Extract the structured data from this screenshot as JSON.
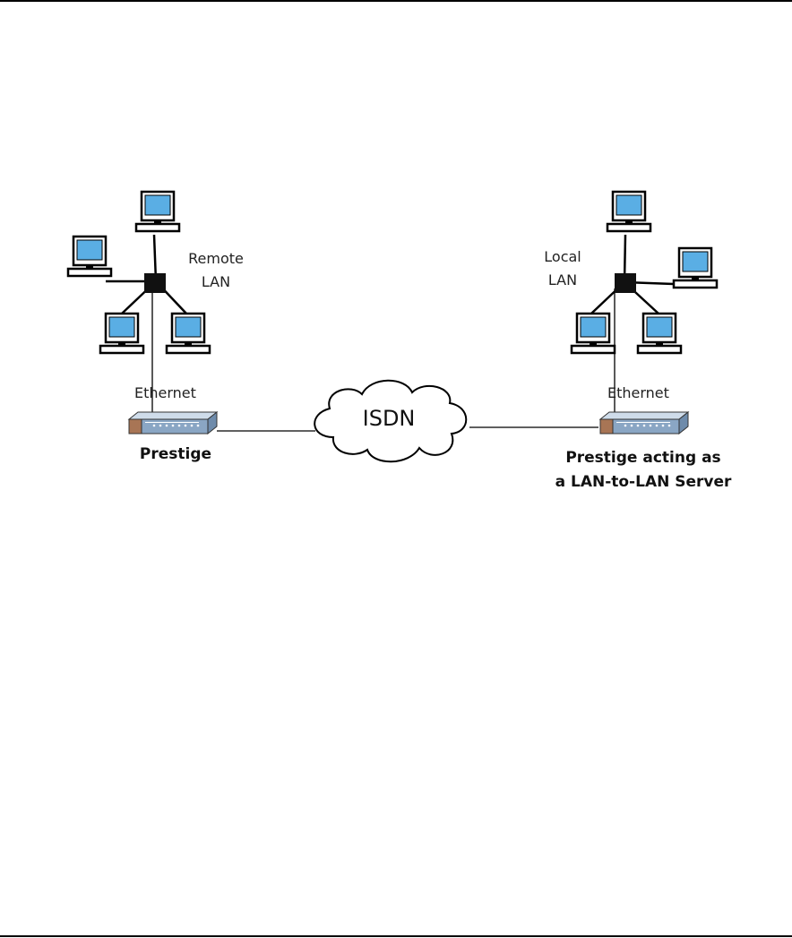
{
  "network": {
    "remote_lan_line1": "Remote",
    "remote_lan_line2": "LAN",
    "local_lan_line1": "Local",
    "local_lan_line2": "LAN",
    "ethernet_left": "Ethernet",
    "ethernet_right": "Ethernet",
    "cloud": "ISDN",
    "prestige_left": "Prestige",
    "prestige_right_line1": "Prestige acting as",
    "prestige_right_line2": "a LAN-to-LAN Server"
  },
  "colors": {
    "screen": "#5aaee4",
    "router_body": "#8aa6c4",
    "router_side": "#a87555"
  }
}
